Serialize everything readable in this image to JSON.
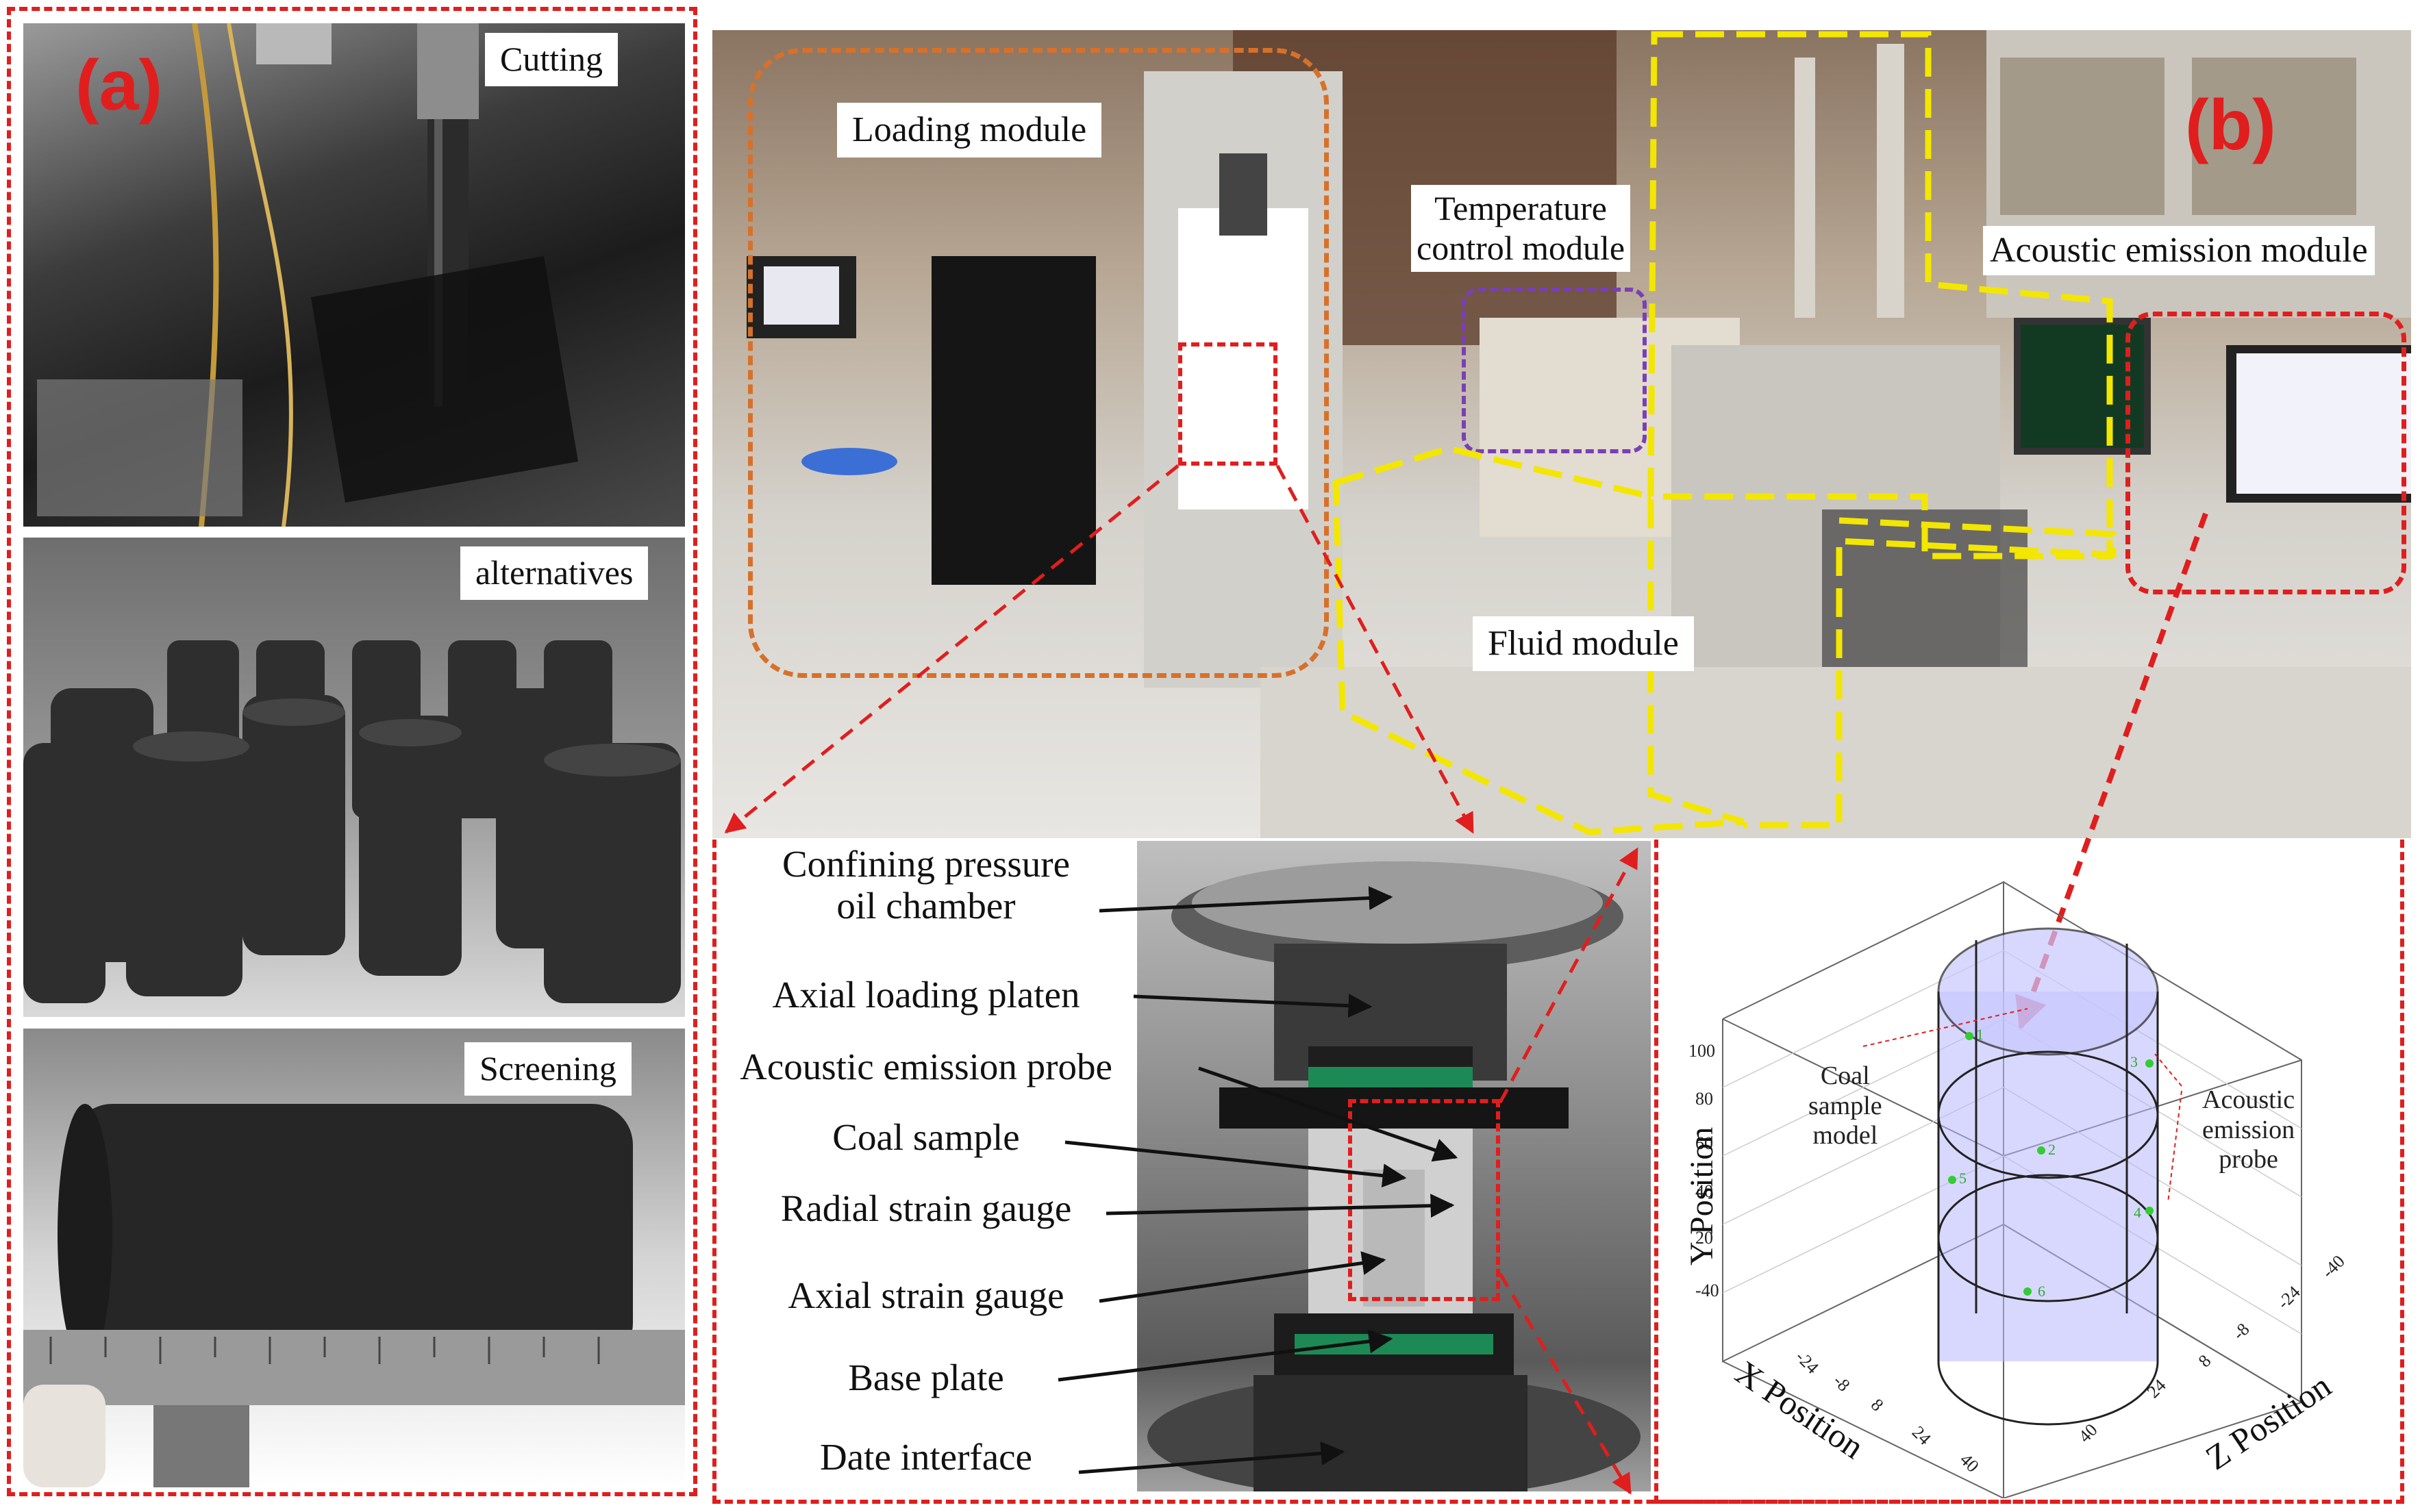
{
  "panel_a": {
    "letter": "(a)",
    "photos": [
      {
        "label": "Cutting"
      },
      {
        "label": "alternatives"
      },
      {
        "label": "Screening"
      }
    ]
  },
  "panel_b": {
    "letter": "(b)",
    "modules": {
      "loading": "Loading module",
      "temperature": "Temperature\ncontrol module",
      "acoustic": "Acoustic emission module",
      "fluid": "Fluid module"
    }
  },
  "detail_callouts": [
    "Confining pressure\noil chamber",
    "Axial loading platen",
    "Acoustic emission probe",
    "Coal sample",
    "Radial strain gauge",
    "Axial strain gauge",
    "Base plate",
    "Date interface"
  ],
  "ae_model": {
    "left_label": "Coal\nsample\nmodel",
    "right_label": "Acoustic\nemission\nprobe",
    "y_axis_title": "Y Position",
    "x_axis_title": "X Position",
    "z_axis_title": "Z Position",
    "y_ticks": [
      "100",
      "80",
      "60",
      "40",
      "20",
      "-40"
    ],
    "x_ticks": [
      "-24",
      "-8",
      "8",
      "24",
      "40"
    ],
    "z_ticks": [
      "-40",
      "-24",
      "-8",
      "8",
      "24",
      "40"
    ],
    "probe_numbers": [
      "1",
      "2",
      "3",
      "4",
      "5",
      "6"
    ]
  },
  "colors": {
    "red_dash": "#e01e1e",
    "orange_dash": "#d7712a",
    "yellow_dash": "#f3e600",
    "purple_dash": "#7b3fb5",
    "cylinder_fill": "#b8b8ff",
    "probe_dot": "#33cc33"
  }
}
